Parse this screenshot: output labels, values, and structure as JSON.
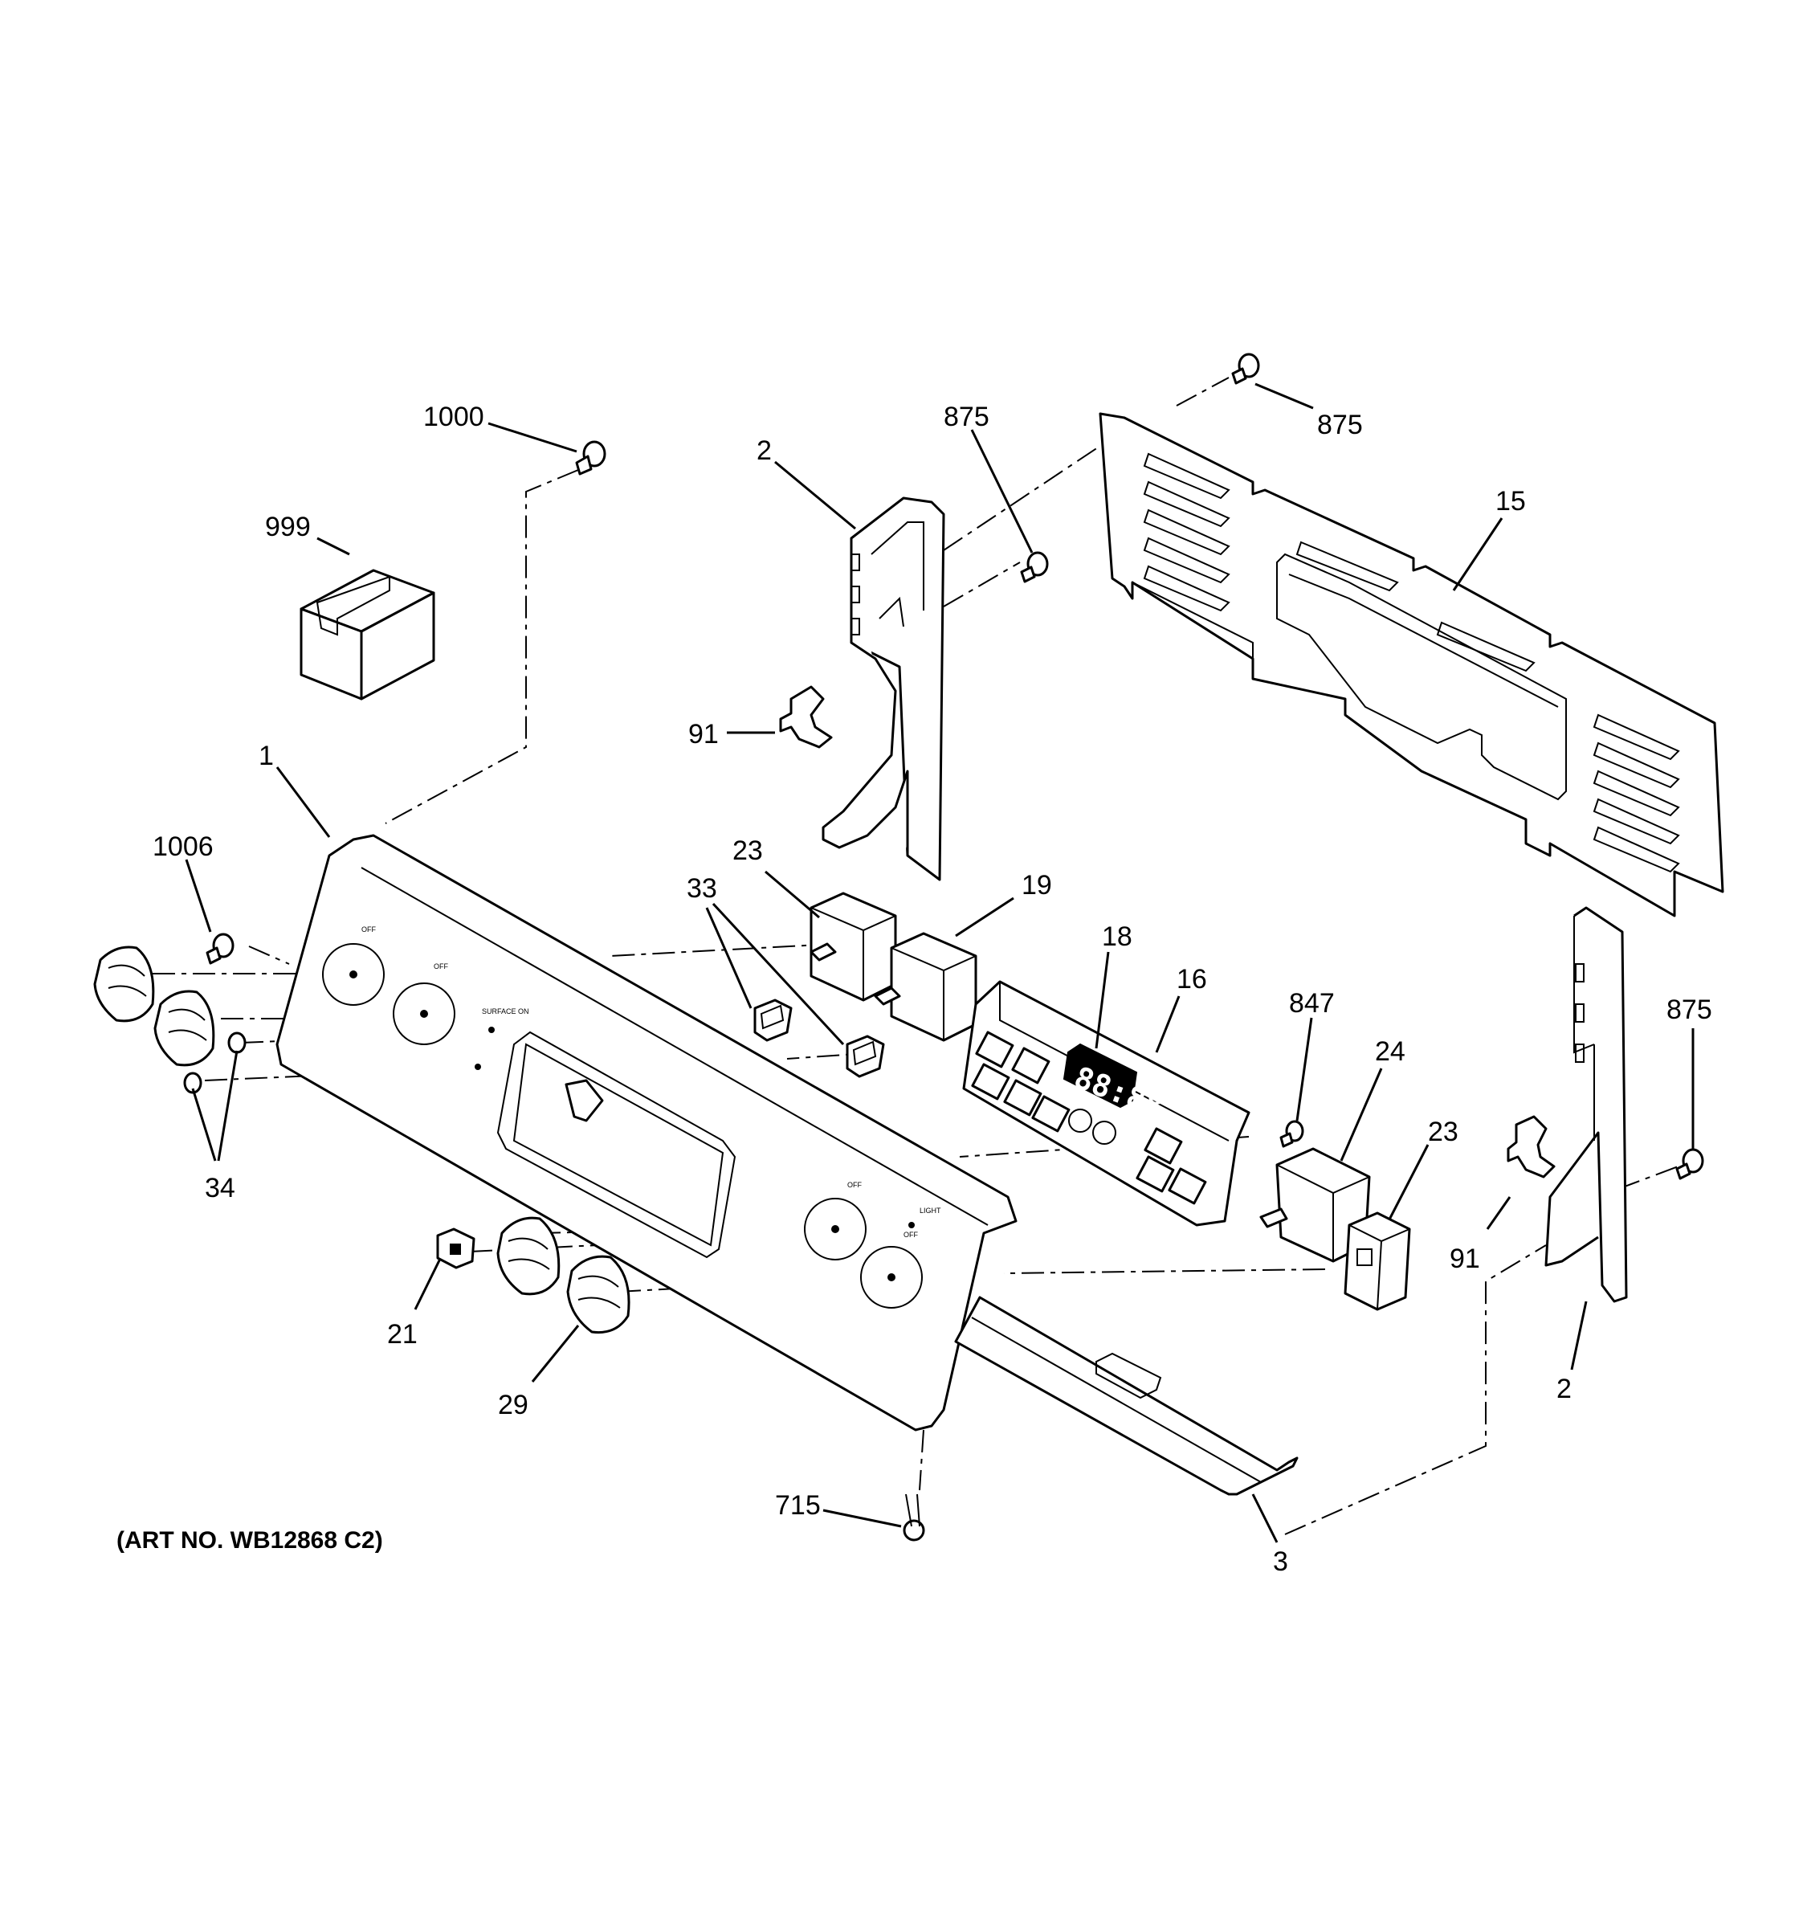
{
  "diagram": {
    "art_number": "(ART NO. WB12868 C2)",
    "callouts": [
      {
        "id": "c1000",
        "text": "1000"
      },
      {
        "id": "c999",
        "text": "999"
      },
      {
        "id": "c1",
        "text": "1"
      },
      {
        "id": "c1006",
        "text": "1006"
      },
      {
        "id": "c34",
        "text": "34"
      },
      {
        "id": "c2a",
        "text": "2"
      },
      {
        "id": "c875a",
        "text": "875"
      },
      {
        "id": "c875b",
        "text": "875"
      },
      {
        "id": "c15",
        "text": "15"
      },
      {
        "id": "c91a",
        "text": "91"
      },
      {
        "id": "c23a",
        "text": "23"
      },
      {
        "id": "c33",
        "text": "33"
      },
      {
        "id": "c19",
        "text": "19"
      },
      {
        "id": "c18",
        "text": "18"
      },
      {
        "id": "c16",
        "text": "16"
      },
      {
        "id": "c847",
        "text": "847"
      },
      {
        "id": "c24",
        "text": "24"
      },
      {
        "id": "c23b",
        "text": "23"
      },
      {
        "id": "c875c",
        "text": "875"
      },
      {
        "id": "c91b",
        "text": "91"
      },
      {
        "id": "c2b",
        "text": "2"
      },
      {
        "id": "c21",
        "text": "21"
      },
      {
        "id": "c29",
        "text": "29"
      },
      {
        "id": "c715",
        "text": "715"
      },
      {
        "id": "c3",
        "text": "3"
      }
    ],
    "control_panel_display": "88:88"
  }
}
